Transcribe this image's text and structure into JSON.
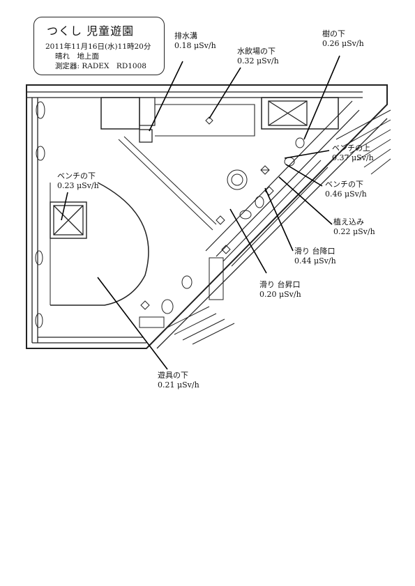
{
  "title": {
    "name": "つくし 児童遊園",
    "datetime": "2011年11月16日(水)11時20分",
    "weather": "晴れ　地上面",
    "device": "測定器: RADEX　RD1008"
  },
  "measurements": [
    {
      "id": "drain",
      "label": "排水溝",
      "value": "0.18 μSv/h"
    },
    {
      "id": "fountain",
      "label": "水飲場の下",
      "value": "0.32 μSv/h"
    },
    {
      "id": "tree",
      "label": "樹の下",
      "value": "0.26 μSv/h"
    },
    {
      "id": "bench-top",
      "label": "ベンチの上",
      "value": "0.37 μSv/h"
    },
    {
      "id": "bench-under-right",
      "label": "ベンチの下",
      "value": "0.46 μSv/h"
    },
    {
      "id": "planting",
      "label": "植え込み",
      "value": "0.22 μSv/h"
    },
    {
      "id": "slide-exit",
      "label": "滑り 台降口",
      "value": "0.44 μSv/h"
    },
    {
      "id": "slide-entry",
      "label": "滑り 台昇口",
      "value": "0.20 μSv/h"
    },
    {
      "id": "bench-under-left",
      "label": "ベンチの下",
      "value": "0.23 μSv/h"
    },
    {
      "id": "playground-equipment",
      "label": "遊具の下",
      "value": "0.21 μSv/h"
    }
  ]
}
